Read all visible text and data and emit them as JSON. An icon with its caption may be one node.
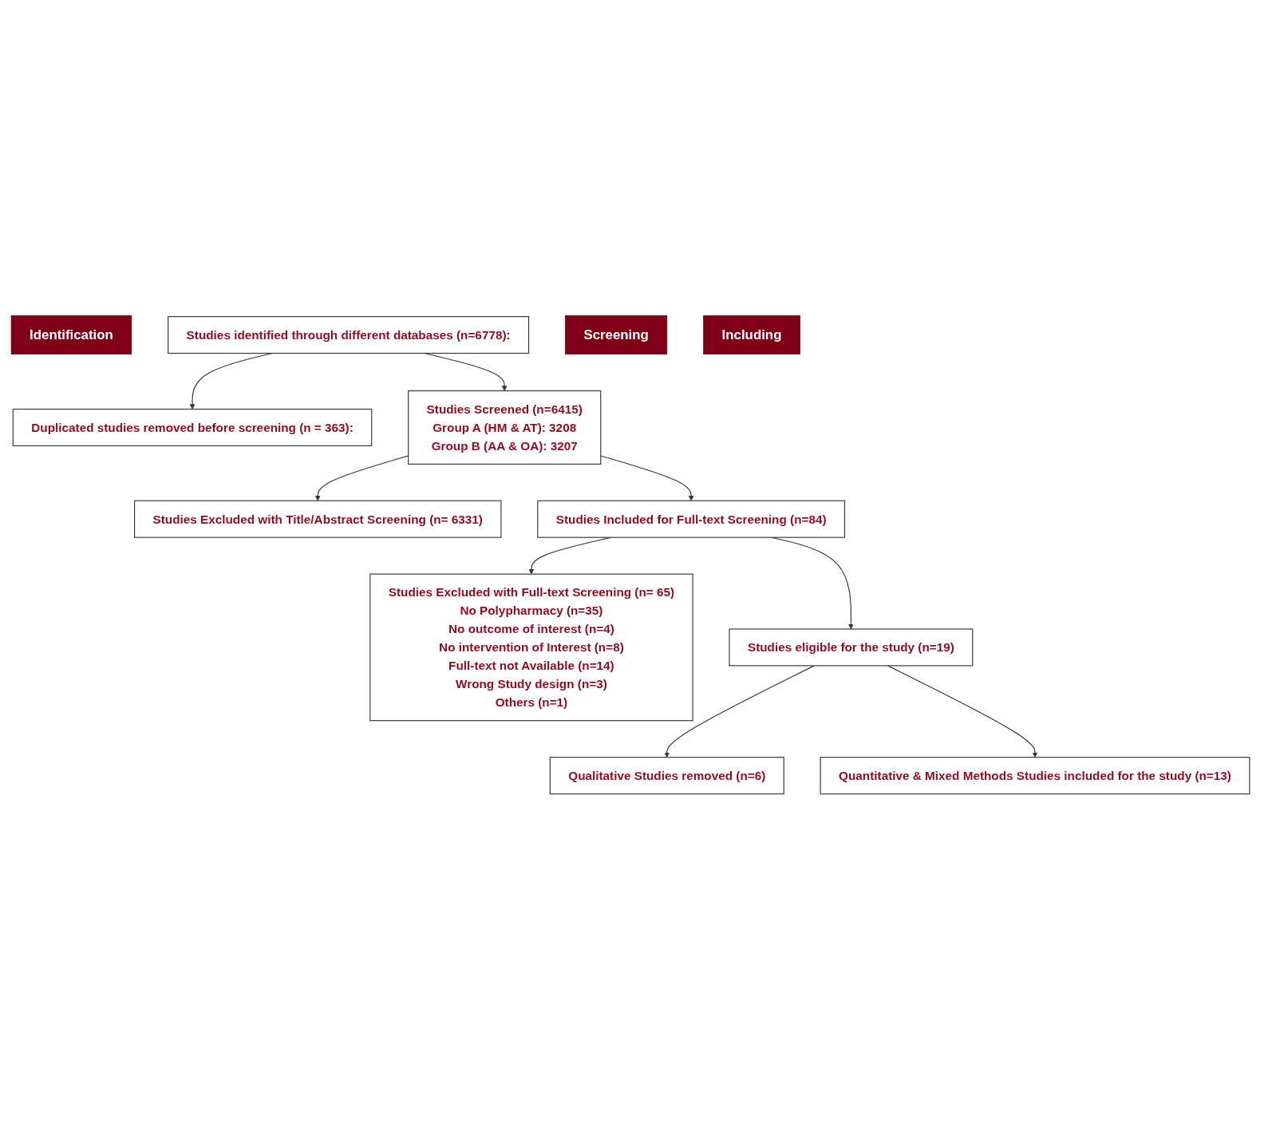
{
  "diagram": {
    "nodes": [
      {
        "text": [
          "Identification"
        ]
      },
      {
        "text": [
          "Studies identified through different databases (n=6778):"
        ]
      },
      {
        "text": [
          "Duplicated studies removed before screening (n = 363):"
        ]
      },
      {
        "text": [
          "Screening"
        ]
      },
      {
        "text": [
          "Studies Screened (n=6415)",
          "Group A (HM & AT): 3208",
          "Group B (AA & OA): 3207"
        ]
      },
      {
        "text": [
          "Studies Excluded with Title/Abstract Screening (n= 6331)"
        ]
      },
      {
        "text": [
          "Studies Included for Full-text Screening (n=84)"
        ]
      },
      {
        "text": [
          "Studies Excluded with Full-text Screening (n= 65)",
          "No Polypharmacy (n=35)",
          "No outcome of interest (n=4)",
          "No intervention of Interest (n=8)",
          "Full-text not Available (n=14)",
          "Wrong Study design (n=3)",
          "Others (n=1)"
        ]
      },
      {
        "text": [
          "Including"
        ]
      },
      {
        "text": [
          "Studies eligible for the study (n=19)"
        ]
      },
      {
        "text": [
          "Qualitative Studies removed (n=6)"
        ]
      },
      {
        "text": [
          "Quantitative & Mixed Methods Studies included for the study (n=13)"
        ]
      }
    ],
    "edges": [
      {
        "from": 1,
        "to": 2,
        "arrow": "to"
      },
      {
        "from": 1,
        "to": 4,
        "arrow": "to"
      },
      {
        "from": 4,
        "to": 5,
        "arrow": "to"
      },
      {
        "from": 4,
        "to": 6,
        "arrow": "to"
      },
      {
        "from": 6,
        "to": 7,
        "arrow": "to"
      },
      {
        "from": 6,
        "to": 9,
        "arrow": "to"
      },
      {
        "from": 9,
        "to": 10,
        "arrow": "to"
      },
      {
        "from": 9,
        "to": 11,
        "arrow": "to"
      }
    ]
  }
}
